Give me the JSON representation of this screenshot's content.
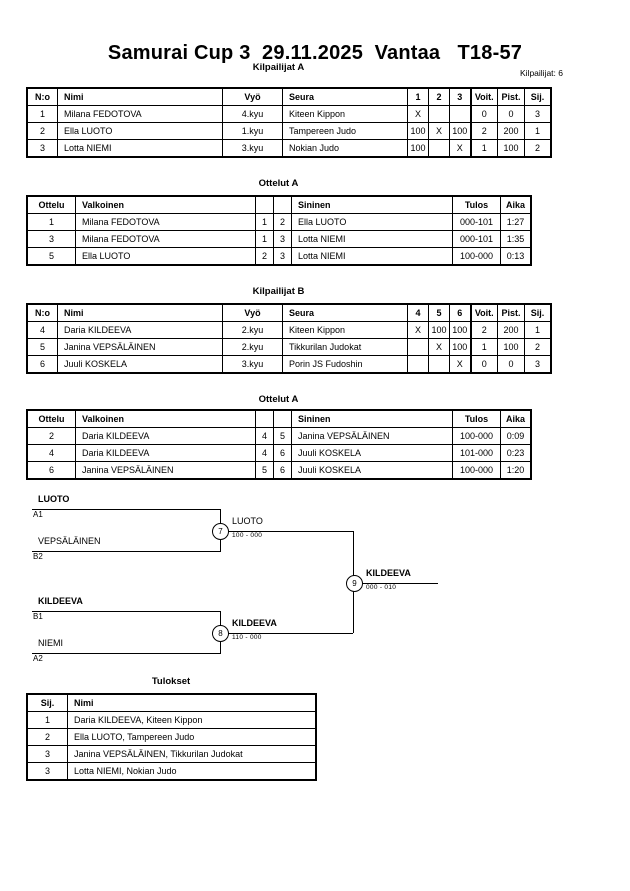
{
  "header": {
    "title": "Samurai Cup 3  29.11.2025  Vantaa   T18-57",
    "competitor_count_label": "Kilpailijat: 6"
  },
  "pool_a": {
    "heading": "Kilpailijat A",
    "columns": [
      "N:o",
      "Nimi",
      "Vyö",
      "Seura",
      "1",
      "2",
      "3",
      "Voit.",
      "Pist.",
      "Sij."
    ],
    "rows": [
      {
        "no": "1",
        "name": "Milana FEDOTOVA",
        "belt": "4.kyu",
        "club": "Kiteen Kippon",
        "m1": "X",
        "m2": "",
        "m3": "",
        "wins": "0",
        "points": "0",
        "rank": "3"
      },
      {
        "no": "2",
        "name": "Ella LUOTO",
        "belt": "1.kyu",
        "club": "Tampereen Judo",
        "m1": "100",
        "m2": "X",
        "m3": "100",
        "wins": "2",
        "points": "200",
        "rank": "1"
      },
      {
        "no": "3",
        "name": "Lotta NIEMI",
        "belt": "3.kyu",
        "club": "Nokian Judo",
        "m1": "100",
        "m2": "",
        "m3": "X",
        "wins": "1",
        "points": "100",
        "rank": "2"
      }
    ]
  },
  "matches_a": {
    "heading": "Ottelut A",
    "columns": [
      "Ottelu",
      "Valkoinen",
      "",
      "",
      "Sininen",
      "Tulos",
      "Aika"
    ],
    "rows": [
      {
        "no": "1",
        "white": "Milana FEDOTOVA",
        "white_win": false,
        "wn": "1",
        "bn": "2",
        "blue": "Ella LUOTO",
        "blue_win": true,
        "result": "000-101",
        "time": "1:27"
      },
      {
        "no": "3",
        "white": "Milana FEDOTOVA",
        "white_win": false,
        "wn": "1",
        "bn": "3",
        "blue": "Lotta NIEMI",
        "blue_win": true,
        "result": "000-101",
        "time": "1:35"
      },
      {
        "no": "5",
        "white": "Ella LUOTO",
        "white_win": true,
        "wn": "2",
        "bn": "3",
        "blue": "Lotta NIEMI",
        "blue_win": false,
        "result": "100-000",
        "time": "0:13"
      }
    ]
  },
  "pool_b": {
    "heading": "Kilpailijat B",
    "columns": [
      "N:o",
      "Nimi",
      "Vyö",
      "Seura",
      "4",
      "5",
      "6",
      "Voit.",
      "Pist.",
      "Sij."
    ],
    "rows": [
      {
        "no": "4",
        "name": "Daria KILDEEVA",
        "belt": "2.kyu",
        "club": "Kiteen Kippon",
        "m1": "X",
        "m2": "100",
        "m3": "100",
        "wins": "2",
        "points": "200",
        "rank": "1"
      },
      {
        "no": "5",
        "name": "Janina VEPSÄLÄINEN",
        "belt": "2.kyu",
        "club": "Tikkurilan Judokat",
        "m1": "",
        "m2": "X",
        "m3": "100",
        "wins": "1",
        "points": "100",
        "rank": "2"
      },
      {
        "no": "6",
        "name": "Juuli KOSKELA",
        "belt": "3.kyu",
        "club": "Porin JS Fudoshin",
        "m1": "",
        "m2": "",
        "m3": "X",
        "wins": "0",
        "points": "0",
        "rank": "3"
      }
    ]
  },
  "matches_b": {
    "heading": "Ottelut A",
    "columns": [
      "Ottelu",
      "Valkoinen",
      "",
      "",
      "Sininen",
      "Tulos",
      "Aika"
    ],
    "rows": [
      {
        "no": "2",
        "white": "Daria KILDEEVA",
        "white_win": true,
        "wn": "4",
        "bn": "5",
        "blue": "Janina VEPSÄLÄINEN",
        "blue_win": false,
        "result": "100-000",
        "time": "0:09"
      },
      {
        "no": "4",
        "white": "Daria KILDEEVA",
        "white_win": true,
        "wn": "4",
        "bn": "6",
        "blue": "Juuli KOSKELA",
        "blue_win": false,
        "result": "101-000",
        "time": "0:23"
      },
      {
        "no": "6",
        "white": "Janina VEPSÄLÄINEN",
        "white_win": true,
        "wn": "5",
        "bn": "6",
        "blue": "Juuli KOSKELA",
        "blue_win": false,
        "result": "100-000",
        "time": "1:20"
      }
    ]
  },
  "bracket": {
    "entries": [
      {
        "name": "LUOTO",
        "seed": "A1",
        "winner": true
      },
      {
        "name": "VEPSÄLÄINEN",
        "seed": "B2",
        "winner": false
      },
      {
        "name": "KILDEEVA",
        "seed": "B1",
        "winner": true
      },
      {
        "name": "NIEMI",
        "seed": "A2",
        "winner": false
      }
    ],
    "nodes": [
      {
        "number": "7",
        "winner": "LUOTO",
        "score": "100 - 000"
      },
      {
        "number": "8",
        "winner": "KILDEEVA",
        "score": "110 - 000"
      },
      {
        "number": "9",
        "winner": "KILDEEVA",
        "score": "000 - 010"
      }
    ]
  },
  "results": {
    "heading": "Tulokset",
    "columns": [
      "Sij.",
      "Nimi"
    ],
    "rows": [
      {
        "pos": "1",
        "name": "Daria KILDEEVA, Kiteen Kippon"
      },
      {
        "pos": "2",
        "name": "Ella LUOTO, Tampereen Judo"
      },
      {
        "pos": "3",
        "name": "Janina VEPSÄLÄINEN, Tikkurilan Judokat"
      },
      {
        "pos": "3",
        "name": "Lotta NIEMI, Nokian Judo"
      }
    ]
  }
}
